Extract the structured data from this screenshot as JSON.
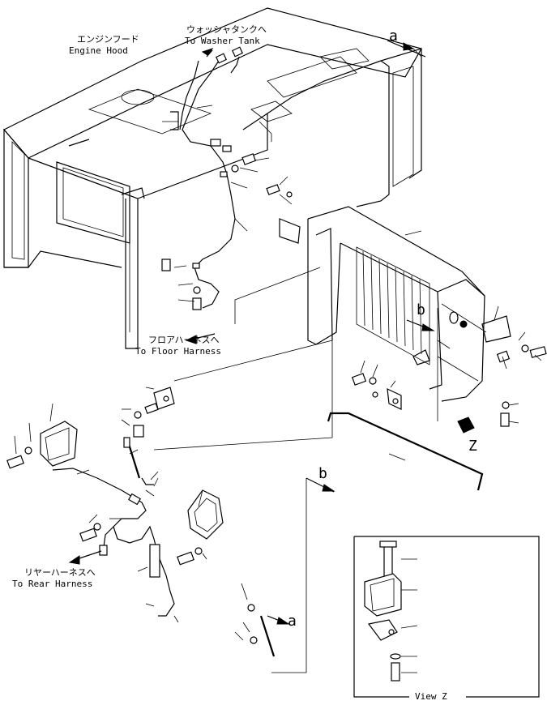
{
  "labels": {
    "engine_hood_jp": "エンジンフード",
    "engine_hood_en": "Engine Hood",
    "washer_tank_jp": "ウォッシャタンクへ",
    "washer_tank_en": "To Washer Tank",
    "floor_harness_jp": "フロアハーネスへ",
    "floor_harness_en": "To Floor Harness",
    "rear_harness_jp": "リヤーハーネスへ",
    "rear_harness_en": "To Rear Harness",
    "ref_a": "a",
    "ref_a2": "a",
    "ref_b": "b",
    "ref_b2": "b",
    "view_arrow": "Z",
    "view_caption": "View Z"
  }
}
